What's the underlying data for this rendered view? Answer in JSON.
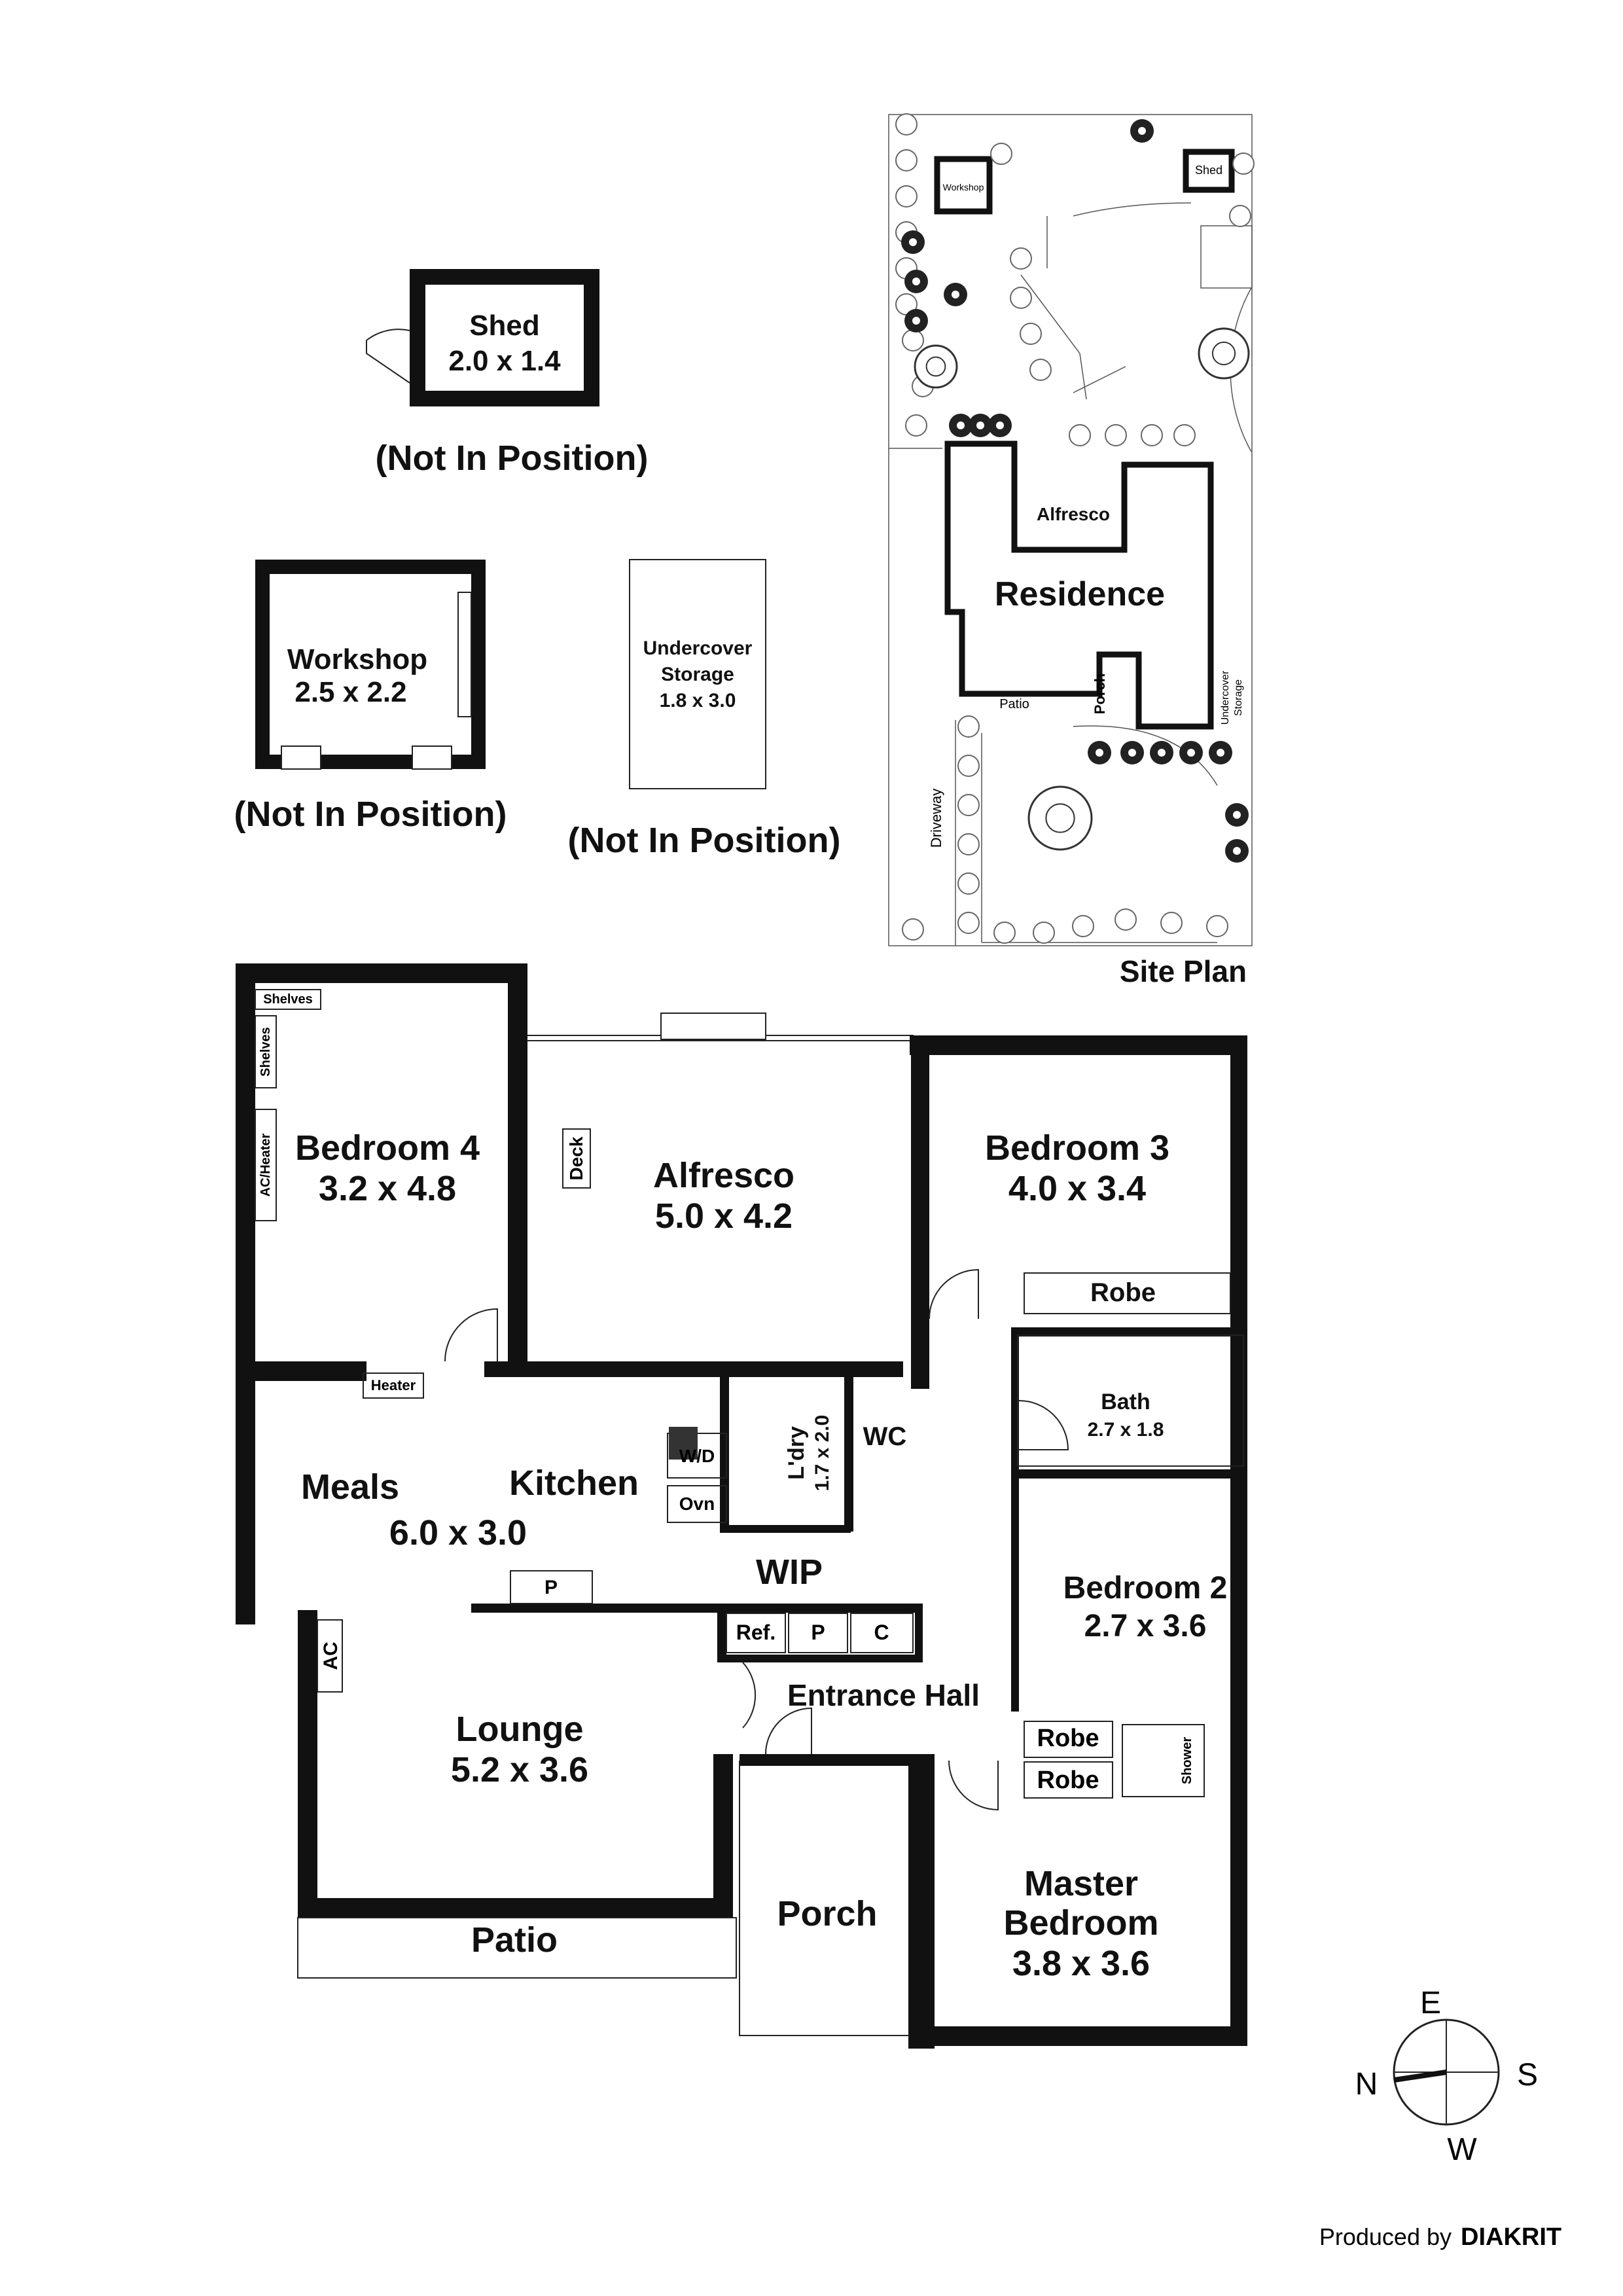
{
  "outbuildings": {
    "shed": {
      "name": "Shed",
      "size": "2.0 x 1.4",
      "note": "(Not In Position)"
    },
    "workshop": {
      "name": "Workshop",
      "size": "2.5 x 2.2",
      "note": "(Not In Position)"
    },
    "storage": {
      "name_line1": "Undercover",
      "name_line2": "Storage",
      "size": "1.8 x 3.0",
      "note": "(Not In Position)"
    }
  },
  "site_plan": {
    "caption": "Site Plan",
    "workshop": "Workshop",
    "shed": "Shed",
    "alfresco": "Alfresco",
    "residence": "Residence",
    "patio": "Patio",
    "porch": "Porch",
    "driveway": "Driveway",
    "storage_line1": "Undercover",
    "storage_line2": "Storage"
  },
  "rooms": {
    "bedroom4": {
      "name": "Bedroom 4",
      "size": "3.2 x 4.8"
    },
    "alfresco": {
      "name": "Alfresco",
      "size": "5.0 x 4.2"
    },
    "bedroom3": {
      "name": "Bedroom 3",
      "size": "4.0 x 3.4"
    },
    "bath": {
      "name": "Bath",
      "size": "2.7 x 1.8"
    },
    "meals": {
      "name": "Meals"
    },
    "kitchen": {
      "name": "Kitchen"
    },
    "meals_kitchen_size": "6.0 x 3.0",
    "laundry": {
      "name": "L'dry",
      "size": "1.7 x 2.0"
    },
    "wc": {
      "name": "WC"
    },
    "wip": {
      "name": "WIP"
    },
    "bedroom2": {
      "name": "Bedroom 2",
      "size": "2.7 x 3.6"
    },
    "lounge": {
      "name": "Lounge",
      "size": "5.2 x 3.6"
    },
    "entrance": {
      "name": "Entrance Hall"
    },
    "porch": {
      "name": "Porch"
    },
    "patio": {
      "name": "Patio"
    },
    "master": {
      "name_line1": "Master",
      "name_line2": "Bedroom",
      "size": "3.8 x 3.6"
    }
  },
  "fixtures": {
    "shelves_top": "Shelves",
    "shelves_side": "Shelves",
    "ac_heater": "AC/Heater",
    "deck": "Deck",
    "robe_b3": "Robe",
    "heater": "Heater",
    "wd": "W/D",
    "ovn": "Ovn",
    "pantry_kitchen": "P",
    "ref": "Ref.",
    "pantry_wip": "P",
    "cupboard": "C",
    "ac": "AC",
    "robe_master1": "Robe",
    "robe_master2": "Robe",
    "shower": "Shower"
  },
  "compass": {
    "n": "N",
    "e": "E",
    "s": "S",
    "w": "W"
  },
  "credit": {
    "prefix": "Produced by",
    "brand": "DIAKRIT"
  },
  "colors": {
    "walls": "#111111",
    "background": "#ffffff",
    "lines": "#222222"
  }
}
